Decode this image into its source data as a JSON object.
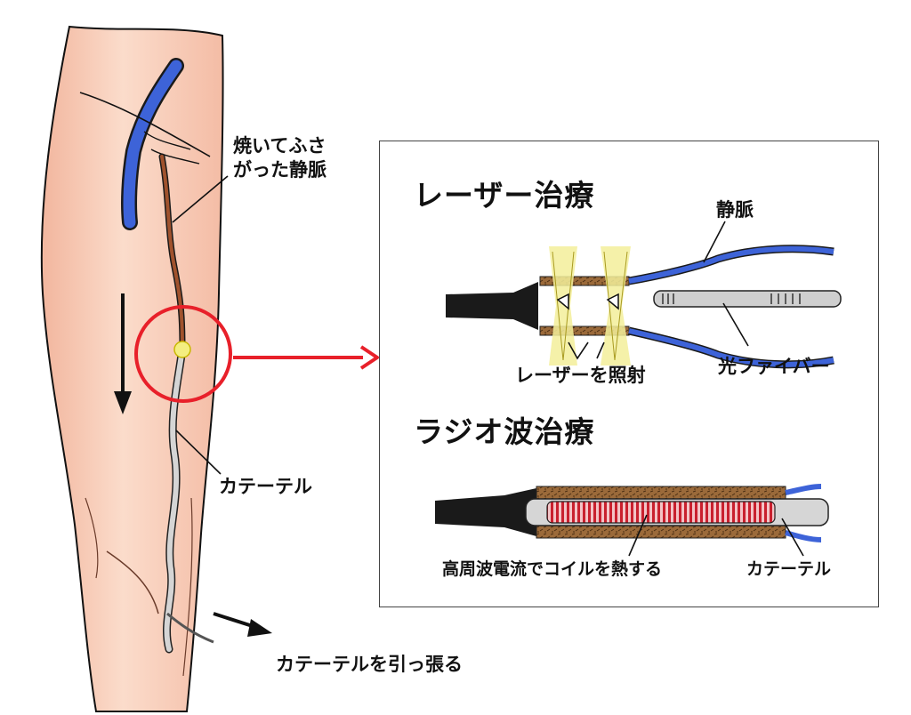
{
  "labels": {
    "burned_vein_line1": "焼いてふさ",
    "burned_vein_line2": "がった静脈",
    "catheter_leg": "カテーテル",
    "pull_catheter": "カテーテルを引っ張る"
  },
  "laser_panel": {
    "title": "レーザー治療",
    "vein_label": "静脈",
    "irradiate_label": "レーザーを照射",
    "fiber_label": "光ファイバー"
  },
  "rf_panel": {
    "title": "ラジオ波治療",
    "coil_label": "高周波電流でコイルを熱する",
    "catheter_label": "カテーテル"
  },
  "colors": {
    "skin": "#f6c4ae",
    "skin_light": "#fbdccb",
    "vein_blue": "#3d63d8",
    "burned_vein": "#a0522d",
    "highlight_red": "#e8202a",
    "catheter_grey": "#c9c9c9",
    "laser_yellow": "#f3ee9a",
    "coil_red": "#e0707a",
    "tissue_brown": "#8b5a2b"
  },
  "icons": {
    "down_arrow": "arrow-down-icon",
    "pull_arrow": "arrow-right-icon",
    "zoom_arrow": "zoom-arrow-icon"
  }
}
